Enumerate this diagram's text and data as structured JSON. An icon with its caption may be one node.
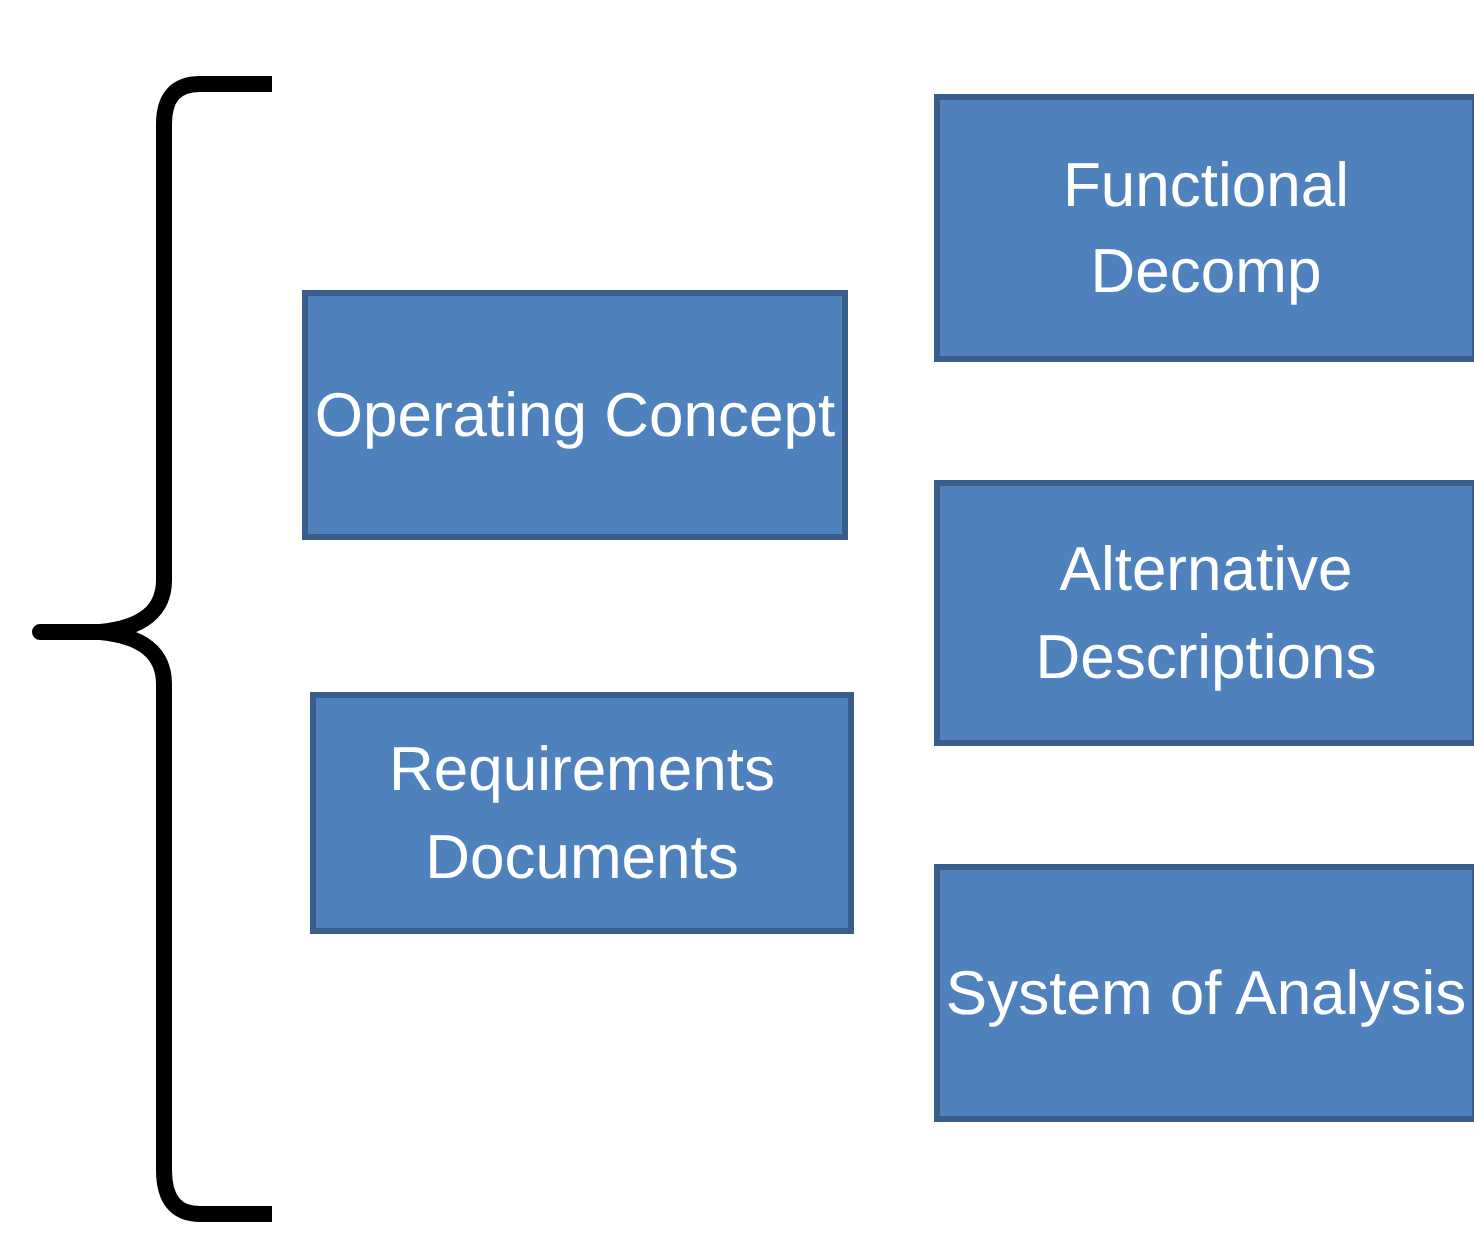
{
  "diagram": {
    "nodes": [
      {
        "text": [
          "Functional Decomp"
        ]
      },
      {
        "text": [
          "Operating Concept"
        ]
      },
      {
        "text": [
          "Alternative Descriptions"
        ]
      },
      {
        "text": [
          "Requirements Documents"
        ]
      },
      {
        "text": [
          "System of Analysis"
        ]
      }
    ]
  }
}
